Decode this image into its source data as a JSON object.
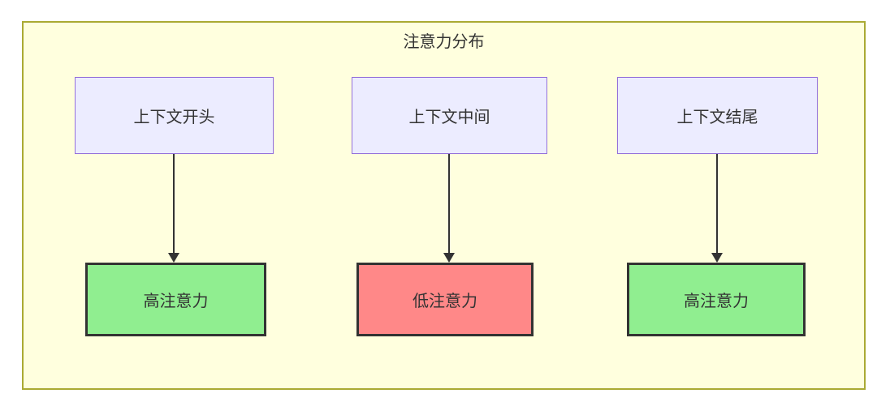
{
  "diagram": {
    "title": "注意力分布",
    "columns": [
      {
        "source": "上下文开头",
        "target": "高注意力",
        "level": "high"
      },
      {
        "source": "上下文中间",
        "target": "低注意力",
        "level": "low"
      },
      {
        "source": "上下文结尾",
        "target": "高注意力",
        "level": "high"
      }
    ],
    "colors": {
      "container_bg": "#FFFFDE",
      "container_border": "#AAAA33",
      "source_node_bg": "#ECECFF",
      "source_node_border": "#9370DB",
      "high_attention_bg": "#90EE90",
      "low_attention_bg": "#FF8888",
      "target_node_border": "#333333",
      "arrow": "#333333",
      "text": "#333333"
    }
  }
}
